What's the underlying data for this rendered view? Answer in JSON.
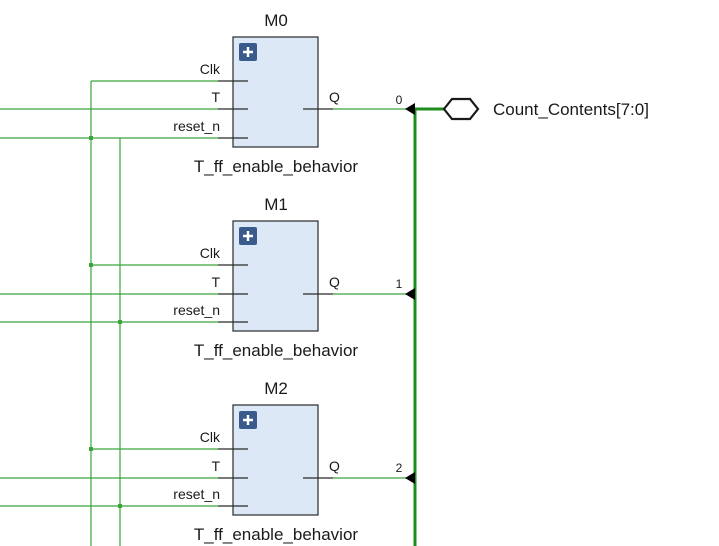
{
  "bus": {
    "label": "Count_Contents[7:0]"
  },
  "modules": [
    {
      "instance": "M0",
      "type": "T_ff_enable_behavior",
      "inputs": [
        "Clk",
        "T",
        "reset_n"
      ],
      "output": "Q",
      "bit_index": "0"
    },
    {
      "instance": "M1",
      "type": "T_ff_enable_behavior",
      "inputs": [
        "Clk",
        "T",
        "reset_n"
      ],
      "output": "Q",
      "bit_index": "1"
    },
    {
      "instance": "M2",
      "type": "T_ff_enable_behavior",
      "inputs": [
        "Clk",
        "T",
        "reset_n"
      ],
      "output": "Q",
      "bit_index": "2"
    }
  ],
  "expand_icon": "plus-square-icon",
  "colors": {
    "wire": "#3aa53a",
    "bus": "#1e8c1e",
    "block_fill": "#dde8f7",
    "icon": "#3b5a8c"
  }
}
